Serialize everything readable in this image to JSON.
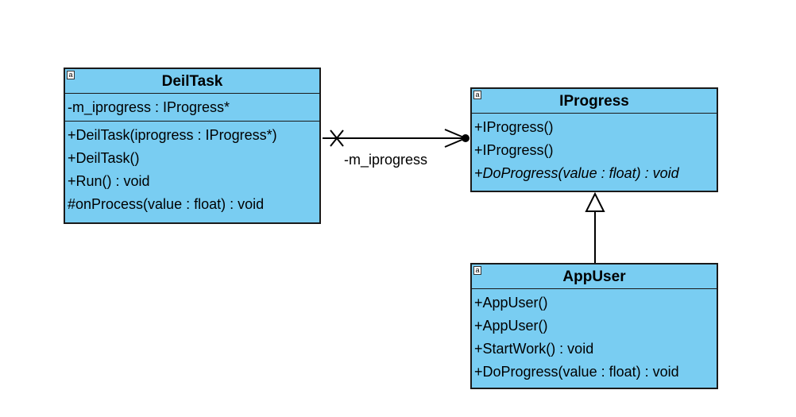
{
  "diagram": {
    "classes": [
      {
        "name": "DeilTask",
        "icon_glyph": "a",
        "attributes": [
          "-m_iprogress : IProgress*"
        ],
        "operations": [
          {
            "text": "+DeilTask(iprogress : IProgress*)",
            "abstract": false
          },
          {
            "text": "+DeilTask()",
            "abstract": false
          },
          {
            "text": "+Run() : void",
            "abstract": false
          },
          {
            "text": "#onProcess(value : float) : void",
            "abstract": false
          }
        ]
      },
      {
        "name": "IProgress",
        "icon_glyph": "a",
        "attributes": [],
        "operations": [
          {
            "text": "+IProgress()",
            "abstract": false
          },
          {
            "text": "+IProgress()",
            "abstract": false
          },
          {
            "text": "+DoProgress(value : float) : void",
            "abstract": true
          }
        ]
      },
      {
        "name": "AppUser",
        "icon_glyph": "a",
        "attributes": [],
        "operations": [
          {
            "text": "+AppUser()",
            "abstract": false
          },
          {
            "text": "+AppUser()",
            "abstract": false
          },
          {
            "text": "+StartWork() : void",
            "abstract": false
          },
          {
            "text": "+DoProgress(value : float) : void",
            "abstract": false
          }
        ]
      }
    ],
    "association": {
      "role_label": "-m_iprogress",
      "source_end": "non-navigable-x",
      "target_end": "open-arrow-with-ownership-dot"
    },
    "generalization": {
      "child": "AppUser",
      "parent": "IProgress",
      "head": "hollow-triangle"
    },
    "colors": {
      "class_fill": "#79cdf2",
      "border": "#1a1a1a",
      "line": "#000000"
    }
  }
}
